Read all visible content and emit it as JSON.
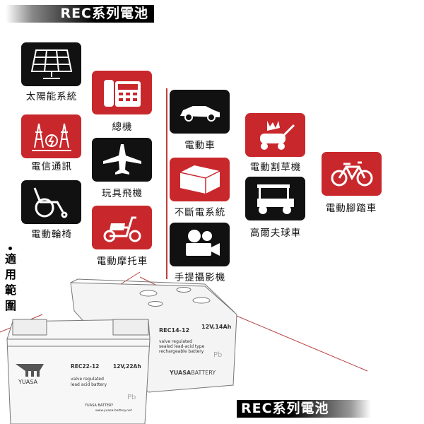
{
  "banner_top": "REC系列電池",
  "banner_bottom": "REC系列電池",
  "side_label": [
    "適",
    "用",
    "範",
    "圍"
  ],
  "applications": [
    {
      "label": "太陽能系統",
      "icon": "solar-panel-icon",
      "color": "#111111"
    },
    {
      "label": "總機",
      "icon": "telephone-icon",
      "color": "#c8282c"
    },
    {
      "label": "電信通訊",
      "icon": "telecom-tower-icon",
      "color": "#c8282c"
    },
    {
      "label": "玩具飛機",
      "icon": "airplane-icon",
      "color": "#111111"
    },
    {
      "label": "電動輪椅",
      "icon": "wheelchair-icon",
      "color": "#111111"
    },
    {
      "label": "電動摩托車",
      "icon": "scooter-icon",
      "color": "#c8282c"
    },
    {
      "label": "電動車",
      "icon": "car-icon",
      "color": "#111111"
    },
    {
      "label": "不斷電系統",
      "icon": "ups-icon",
      "color": "#c8282c"
    },
    {
      "label": "手提攝影機",
      "icon": "video-camera-icon",
      "color": "#111111"
    },
    {
      "label": "電動割草機",
      "icon": "lawn-mower-icon",
      "color": "#c8282c"
    },
    {
      "label": "高爾夫球車",
      "icon": "golf-cart-icon",
      "color": "#111111"
    },
    {
      "label": "電動腳踏車",
      "icon": "bicycle-icon",
      "color": "#c8282c"
    }
  ],
  "battery_front": {
    "brand": "YUASA",
    "model": "REC22-12",
    "rating": "12V,22Ah",
    "desc1": "valve regulated",
    "desc2": "lead acid battery",
    "footer": "YUASA BATTERY",
    "site": "www.yuasa-battery.net",
    "pb": "Pb"
  },
  "battery_back": {
    "model": "REC14-12",
    "rating": "12V,14Ah",
    "desc1": "valve regulated",
    "desc2": "sealed lead-acid type",
    "desc3": "rechargeable battery",
    "footer_bold": "YUASA",
    "footer_light": "BATTERY",
    "pb": "Pb"
  }
}
